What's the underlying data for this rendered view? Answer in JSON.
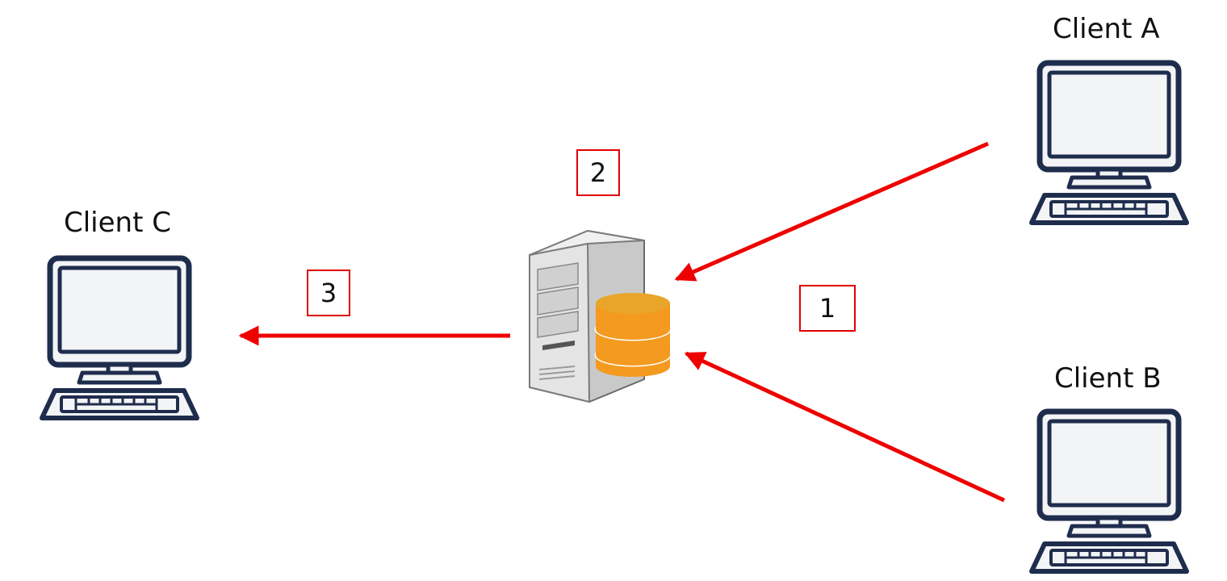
{
  "clients": {
    "a": {
      "label": "Client A",
      "icon": "computer-icon"
    },
    "b": {
      "label": "Client B",
      "icon": "computer-icon"
    },
    "c": {
      "label": "Client C",
      "icon": "computer-icon"
    }
  },
  "server": {
    "icon": "database-server-icon"
  },
  "steps": {
    "one": "1",
    "two": "2",
    "three": "3"
  },
  "colors": {
    "arrow": "#ee0000",
    "step_border": "#e00000",
    "computer_outline": "#1f2d4d",
    "screen_fill": "#f3f4f6",
    "db_orange": "#f39a1f",
    "db_top": "#e9a52a",
    "server_gray": "#d8d8d8"
  }
}
